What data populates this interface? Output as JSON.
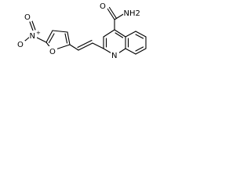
{
  "molecule": {
    "atoms": {
      "amide_n": "NH2",
      "amide_o": "O",
      "quinoline_n": "N",
      "furan_o": "O",
      "nitro_o_minus": "O",
      "nitro_o_minus_charge": "-",
      "nitro_n": "N",
      "nitro_n_charge": "+",
      "nitro_o": "O"
    },
    "bond_color": "#000000"
  }
}
